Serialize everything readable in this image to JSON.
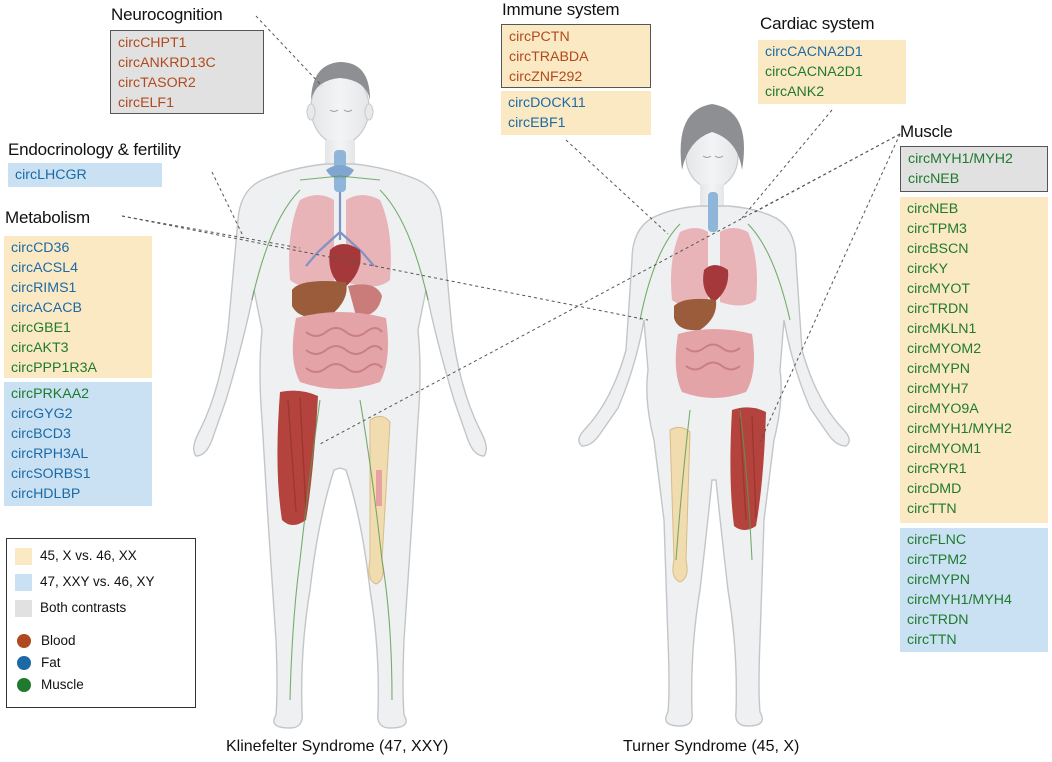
{
  "colors": {
    "blood": "#b04a1e",
    "fat": "#1b6aa5",
    "muscle": "#1f7a2e",
    "turner_box": "#fbe9c4",
    "klinefelter_box": "#c9e1f3",
    "both_box": "#e1e1e1"
  },
  "captions": {
    "left": "Klinefelter Syndrome (47, XXY)",
    "right": "Turner Syndrome (45, X)"
  },
  "categories": {
    "neuro": {
      "title": "Neurocognition",
      "boxes": [
        {
          "contrast": "both",
          "genes": [
            {
              "name": "circCHPT1",
              "tissue": "blood"
            },
            {
              "name": "circANKRD13C",
              "tissue": "blood"
            },
            {
              "name": "circTASOR2",
              "tissue": "blood"
            },
            {
              "name": "circELF1",
              "tissue": "blood"
            }
          ]
        }
      ]
    },
    "endo": {
      "title": "Endocrinology & fertility",
      "boxes": [
        {
          "contrast": "klinefelter",
          "genes": [
            {
              "name": "circLHCGR",
              "tissue": "fat"
            }
          ]
        }
      ]
    },
    "metab": {
      "title": "Metabolism",
      "boxes": [
        {
          "contrast": "turner",
          "genes": [
            {
              "name": "circCD36",
              "tissue": "fat"
            },
            {
              "name": "circACSL4",
              "tissue": "fat"
            },
            {
              "name": "circRIMS1",
              "tissue": "fat"
            },
            {
              "name": "circACACB",
              "tissue": "fat"
            },
            {
              "name": "circGBE1",
              "tissue": "muscle"
            },
            {
              "name": "circAKT3",
              "tissue": "muscle"
            },
            {
              "name": "circPPP1R3A",
              "tissue": "muscle"
            }
          ]
        },
        {
          "contrast": "klinefelter",
          "genes": [
            {
              "name": "circPRKAA2",
              "tissue": "muscle"
            },
            {
              "name": "circGYG2",
              "tissue": "fat"
            },
            {
              "name": "circBCD3",
              "tissue": "fat"
            },
            {
              "name": "circRPH3AL",
              "tissue": "fat"
            },
            {
              "name": "circSORBS1",
              "tissue": "fat"
            },
            {
              "name": "circHDLBP",
              "tissue": "fat"
            }
          ]
        }
      ]
    },
    "immune": {
      "title": "Immune system",
      "boxes": [
        {
          "contrast": "turner",
          "bordered": true,
          "genes": [
            {
              "name": "circPCTN",
              "tissue": "blood"
            },
            {
              "name": "circTRABDA",
              "tissue": "blood"
            },
            {
              "name": "circZNF292",
              "tissue": "blood"
            }
          ]
        },
        {
          "contrast": "turner",
          "genes": [
            {
              "name": "circDOCK11",
              "tissue": "fat"
            },
            {
              "name": "circEBF1",
              "tissue": "fat"
            }
          ]
        }
      ]
    },
    "cardiac": {
      "title": "Cardiac system",
      "boxes": [
        {
          "contrast": "turner",
          "genes": [
            {
              "name": "circCACNA2D1",
              "tissue": "fat"
            },
            {
              "name": "circCACNA2D1",
              "tissue": "muscle"
            },
            {
              "name": "circANK2",
              "tissue": "muscle"
            }
          ]
        }
      ]
    },
    "muscle": {
      "title": "Muscle",
      "boxes": [
        {
          "contrast": "both",
          "genes": [
            {
              "name": "circMYH1/MYH2",
              "tissue": "muscle"
            },
            {
              "name": "circNEB",
              "tissue": "muscle"
            }
          ]
        },
        {
          "contrast": "turner",
          "genes": [
            {
              "name": "circNEB",
              "tissue": "muscle"
            },
            {
              "name": "circTPM3",
              "tissue": "muscle"
            },
            {
              "name": "circBSCN",
              "tissue": "muscle"
            },
            {
              "name": "circKY",
              "tissue": "muscle"
            },
            {
              "name": "circMYOT",
              "tissue": "muscle"
            },
            {
              "name": "circTRDN",
              "tissue": "muscle"
            },
            {
              "name": "circMKLN1",
              "tissue": "muscle"
            },
            {
              "name": "circMYOM2",
              "tissue": "muscle"
            },
            {
              "name": "circMYPN",
              "tissue": "muscle"
            },
            {
              "name": "circMYH7",
              "tissue": "muscle"
            },
            {
              "name": "circMYO9A",
              "tissue": "muscle"
            },
            {
              "name": "circMYH1/MYH2",
              "tissue": "muscle"
            },
            {
              "name": "circMYOM1",
              "tissue": "muscle"
            },
            {
              "name": "circRYR1",
              "tissue": "muscle"
            },
            {
              "name": "circDMD",
              "tissue": "muscle"
            },
            {
              "name": "circTTN",
              "tissue": "muscle"
            }
          ]
        },
        {
          "contrast": "klinefelter",
          "genes": [
            {
              "name": "circFLNC",
              "tissue": "muscle"
            },
            {
              "name": "circTPM2",
              "tissue": "muscle"
            },
            {
              "name": "circMYPN",
              "tissue": "muscle"
            },
            {
              "name": "circMYH1/MYH4",
              "tissue": "muscle"
            },
            {
              "name": "circTRDN",
              "tissue": "muscle"
            },
            {
              "name": "circTTN",
              "tissue": "muscle"
            }
          ]
        }
      ]
    }
  },
  "legend": {
    "contrasts": [
      {
        "label": "45, X vs. 46, XX",
        "key": "turner"
      },
      {
        "label": "47, XXY vs. 46, XY",
        "key": "klinefelter"
      },
      {
        "label": "Both contrasts",
        "key": "both"
      }
    ],
    "tissues": [
      {
        "label": "Blood",
        "key": "blood"
      },
      {
        "label": "Fat",
        "key": "fat"
      },
      {
        "label": "Muscle",
        "key": "muscle"
      }
    ]
  }
}
